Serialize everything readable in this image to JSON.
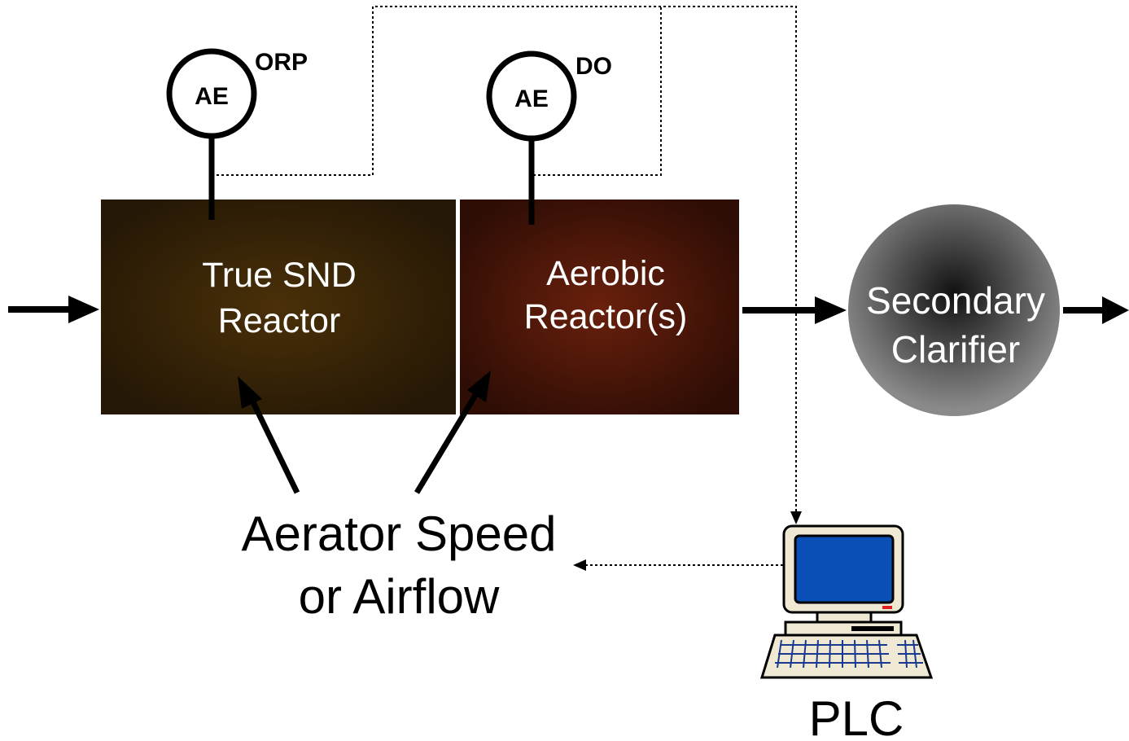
{
  "diagram": {
    "orp_sensor": {
      "tag": "AE",
      "parameter": "ORP"
    },
    "do_sensor": {
      "tag": "AE",
      "parameter": "DO"
    },
    "snd_reactor": {
      "line1": "True SND",
      "line2": "Reactor"
    },
    "aerobic_reactor": {
      "line1": "Aerobic",
      "line2": "Reactor(s)"
    },
    "clarifier": {
      "line1": "Secondary",
      "line2": "Clarifier"
    },
    "control_output": {
      "line1": "Aerator Speed",
      "line2": "or Airflow"
    },
    "controller": {
      "label": "PLC"
    }
  },
  "colors": {
    "snd_reactor_edge": "#251806",
    "snd_reactor_center": "#4a3008",
    "aerobic_reactor_edge": "#2e0d05",
    "aerobic_reactor_center": "#6a200c",
    "clarifier_edge": "#8a8a8a",
    "clarifier_center": "#111111",
    "monitor_screen": "#0a4fb5",
    "computer_body": "#efe8d2"
  }
}
